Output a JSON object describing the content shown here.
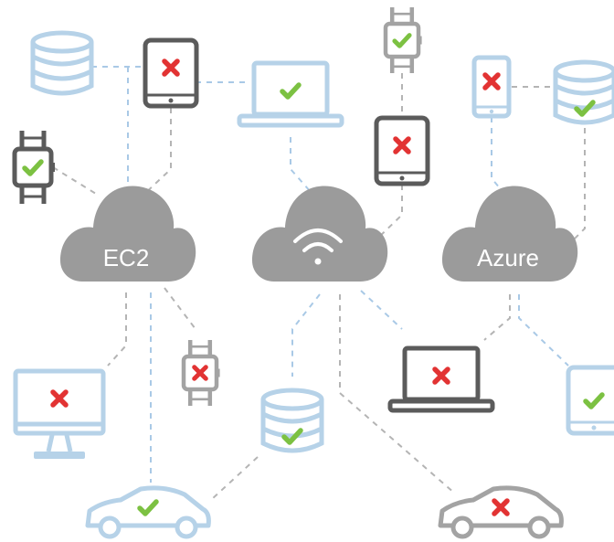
{
  "clouds": {
    "ec2": {
      "label": "EC2"
    },
    "wifi": {
      "label": ""
    },
    "azure": {
      "label": "Azure"
    }
  },
  "colors": {
    "light_blue": "#b6d2e8",
    "light_blue_line": "#a9c9e6",
    "dark_gray": "#5b5b5b",
    "mid_gray": "#a3a3a3",
    "cloud_gray": "#9b9b9b",
    "check_green": "#7cc142",
    "cross_red": "#e23333",
    "dash_gray": "#b4b4b4"
  },
  "devices": [
    {
      "id": "db-top-left",
      "type": "database",
      "status": "none"
    },
    {
      "id": "tablet-top",
      "type": "tablet",
      "status": "error"
    },
    {
      "id": "laptop-top",
      "type": "laptop",
      "status": "ok"
    },
    {
      "id": "watch-top",
      "type": "watch",
      "status": "ok"
    },
    {
      "id": "phone-top-right",
      "type": "phone",
      "status": "error"
    },
    {
      "id": "db-top-right",
      "type": "database",
      "status": "ok"
    },
    {
      "id": "watch-left",
      "type": "watch",
      "status": "ok"
    },
    {
      "id": "tablet-middle",
      "type": "tablet",
      "status": "error"
    },
    {
      "id": "monitor-left",
      "type": "monitor",
      "status": "error"
    },
    {
      "id": "watch-center",
      "type": "watch",
      "status": "error"
    },
    {
      "id": "db-center",
      "type": "database",
      "status": "ok"
    },
    {
      "id": "laptop-right",
      "type": "laptop",
      "status": "error"
    },
    {
      "id": "tablet-right-edge",
      "type": "tablet",
      "status": "ok"
    },
    {
      "id": "car-left",
      "type": "car",
      "status": "ok"
    },
    {
      "id": "car-right",
      "type": "car",
      "status": "error"
    }
  ]
}
